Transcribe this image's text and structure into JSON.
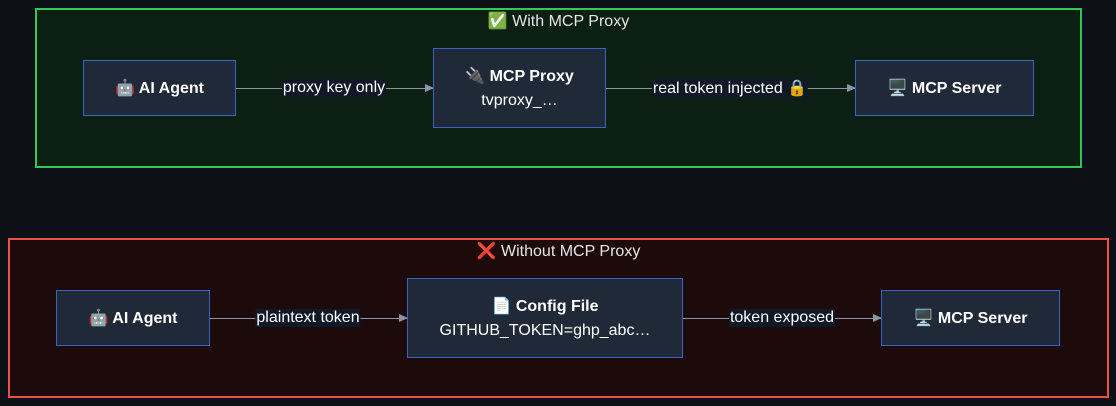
{
  "with_proxy": {
    "title": "✅ With MCP Proxy",
    "agent": {
      "title": "🤖 AI Agent"
    },
    "edge1": "proxy key only",
    "proxy": {
      "title": "🔌 MCP Proxy",
      "sub": "tvproxy_…"
    },
    "edge2": "real token injected 🔒",
    "server": {
      "title": "🖥️ MCP Server"
    }
  },
  "without_proxy": {
    "title": "❌ Without MCP Proxy",
    "agent": {
      "title": "🤖 AI Agent"
    },
    "edge1": "plaintext token",
    "config": {
      "title": "📄 Config File",
      "sub": "GITHUB_TOKEN=ghp_abc…"
    },
    "edge2": "token exposed",
    "server": {
      "title": "🖥️ MCP Server"
    }
  },
  "colors": {
    "green_border": "#34c759",
    "red_border": "#e5534b",
    "node_border": "#3b63c4",
    "node_fill": "#1f2937"
  }
}
